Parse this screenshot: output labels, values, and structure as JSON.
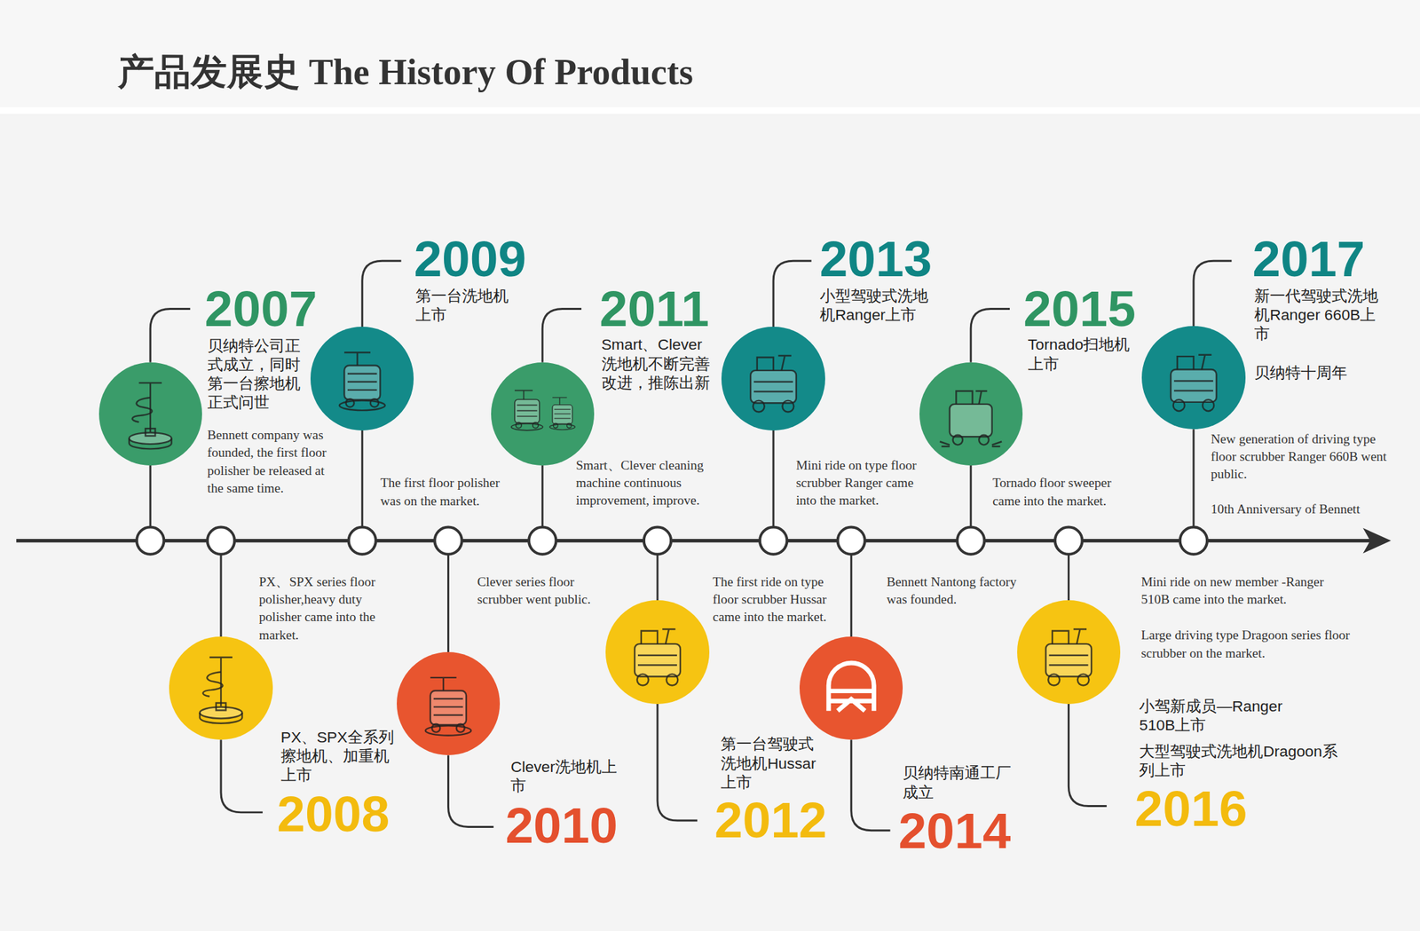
{
  "diagram": {
    "title": "产品发展史 The History Of Products",
    "nodes": [
      {
        "text": [
          "2007",
          "贝纳特公司正式成立，同时第一台擦地机正式问世",
          "Bennett company was founded, the first floor polisher be released at the same time."
        ]
      },
      {
        "text": [
          "PX、SPX series floor polisher,heavy duty polisher came into the market.",
          "PX、SPX全系列擦地机、加重机上市",
          "2008"
        ]
      },
      {
        "text": [
          "2009",
          "第一台洗地机上市",
          "The first floor polisher was on the market."
        ]
      },
      {
        "text": [
          "Clever series floor scrubber went public.",
          "Clever洗地机上市",
          "2010"
        ]
      },
      {
        "text": [
          "2011",
          "Smart、Clever洗地机不断完善改进，推陈出新",
          "Smart、Clever cleaning machine continuous improvement, improve."
        ]
      },
      {
        "text": [
          "The first ride on type floor scrubber Hussar came into the market.",
          "第一台驾驶式洗地机Hussar上市",
          "2012"
        ]
      },
      {
        "text": [
          "2013",
          "小型驾驶式洗地机Ranger上市",
          "Mini ride on type floor scrubber Ranger came into the market."
        ]
      },
      {
        "text": [
          "Bennett Nantong factory was founded.",
          "贝纳特南通工厂成立",
          "2014"
        ]
      },
      {
        "text": [
          "2015",
          "Tornado扫地机上市",
          "Tornado floor sweeper came into the market."
        ]
      },
      {
        "text": [
          "Mini ride on new member -Ranger 510B came into the market.",
          "Large driving type Dragoon series floor scrubber on the market.",
          "小驾新成员—Ranger 510B上市",
          "大型驾驶式洗地机Dragoon系列上市",
          "2016"
        ]
      },
      {
        "text": [
          "2017",
          "新一代驾驶式洗地机Ranger 660B上市",
          "贝纳特十周年",
          "New generation of driving type floor scrubber Ranger 660B went public.",
          "10th Anniversary of Bennett"
        ]
      }
    ]
  }
}
